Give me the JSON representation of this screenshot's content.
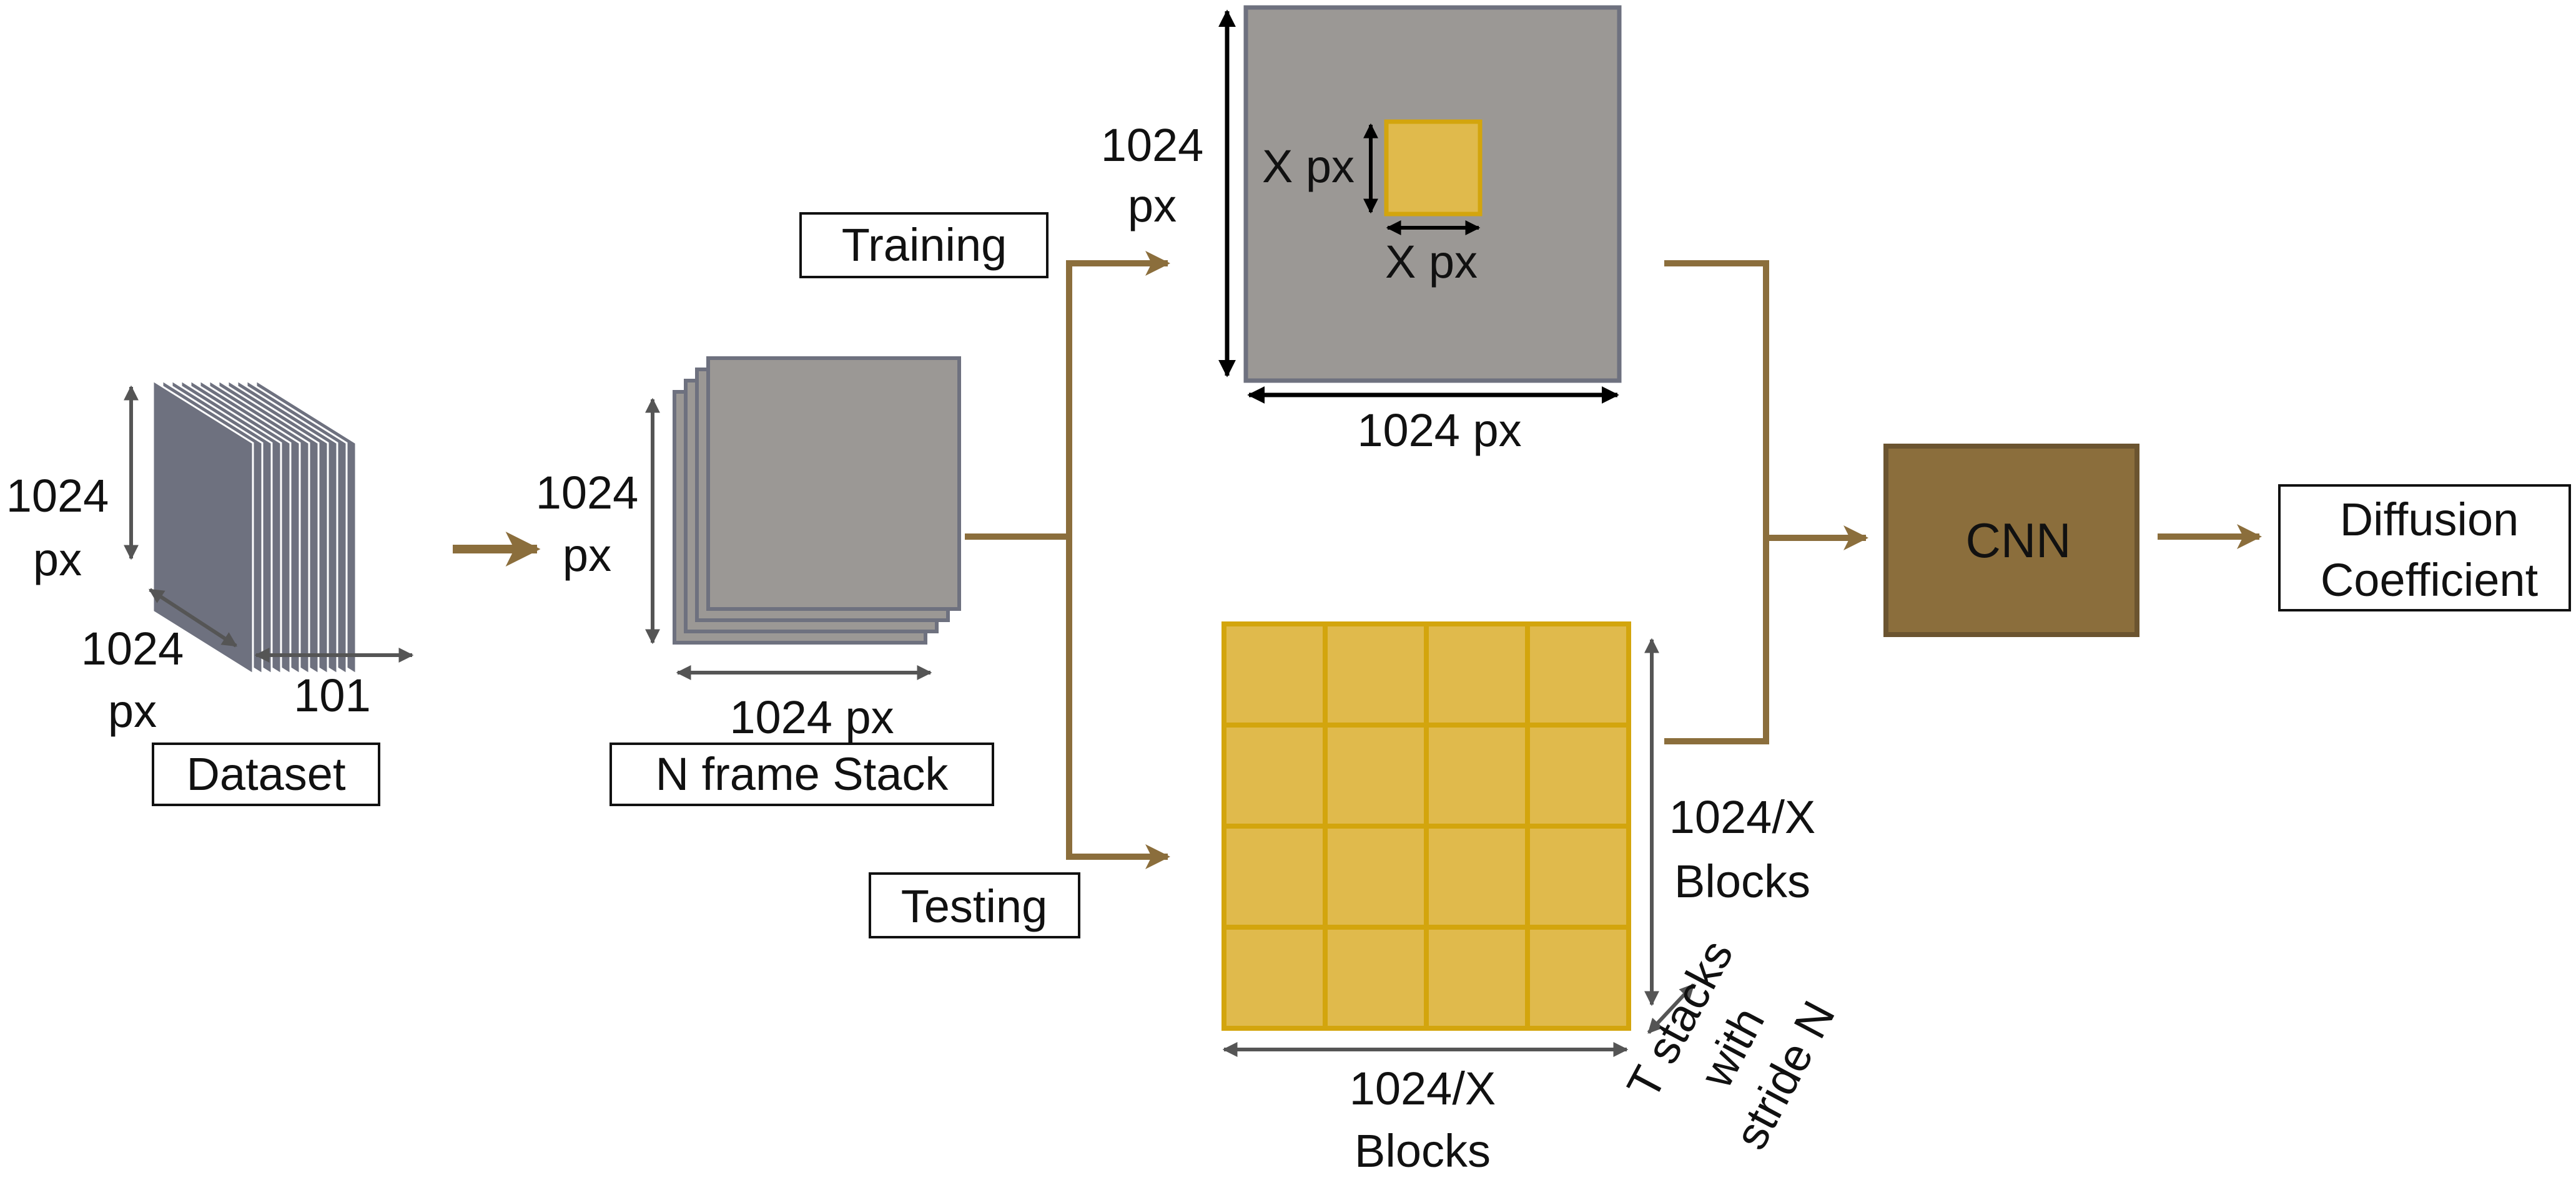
{
  "dataset": {
    "height_label_line1": "1024",
    "height_label_line2": "px",
    "depth_label_line1": "1024",
    "depth_label_line2": "px",
    "frames_label": "101",
    "caption": "Dataset"
  },
  "stack": {
    "height_label_line1": "1024",
    "height_label_line2": "px",
    "width_label": "1024 px",
    "caption": "N frame Stack"
  },
  "training": {
    "caption": "Training",
    "height_label_line1": "1024",
    "height_label_line2": "px",
    "width_label": "1024 px",
    "crop_height_label": "X px",
    "crop_width_label": "X px"
  },
  "testing": {
    "caption": "Testing",
    "side_label_line1": "1024/X",
    "side_label_line2": "Blocks",
    "bottom_label_line1": "1024/X",
    "bottom_label_line2": "Blocks",
    "depth_label_line1": "T stacks",
    "depth_label_line2": "with",
    "depth_label_line3": "stride N",
    "grid_rows": 4,
    "grid_cols": 4
  },
  "cnn": {
    "label": "CNN"
  },
  "output": {
    "line1": "Diffusion",
    "line2": "Coefficient"
  },
  "colors": {
    "flow_arrow": "#8B6E3C",
    "dataset_frame": "#6E717F",
    "stack_frame": "#9B9895",
    "frame_border": "#6E717F",
    "block_fill": "#E0BA4C",
    "block_border": "#D3A50D",
    "cnn_fill": "#8B6E3C",
    "cnn_border": "#6B5430",
    "dimension_arrow": "#555555"
  }
}
